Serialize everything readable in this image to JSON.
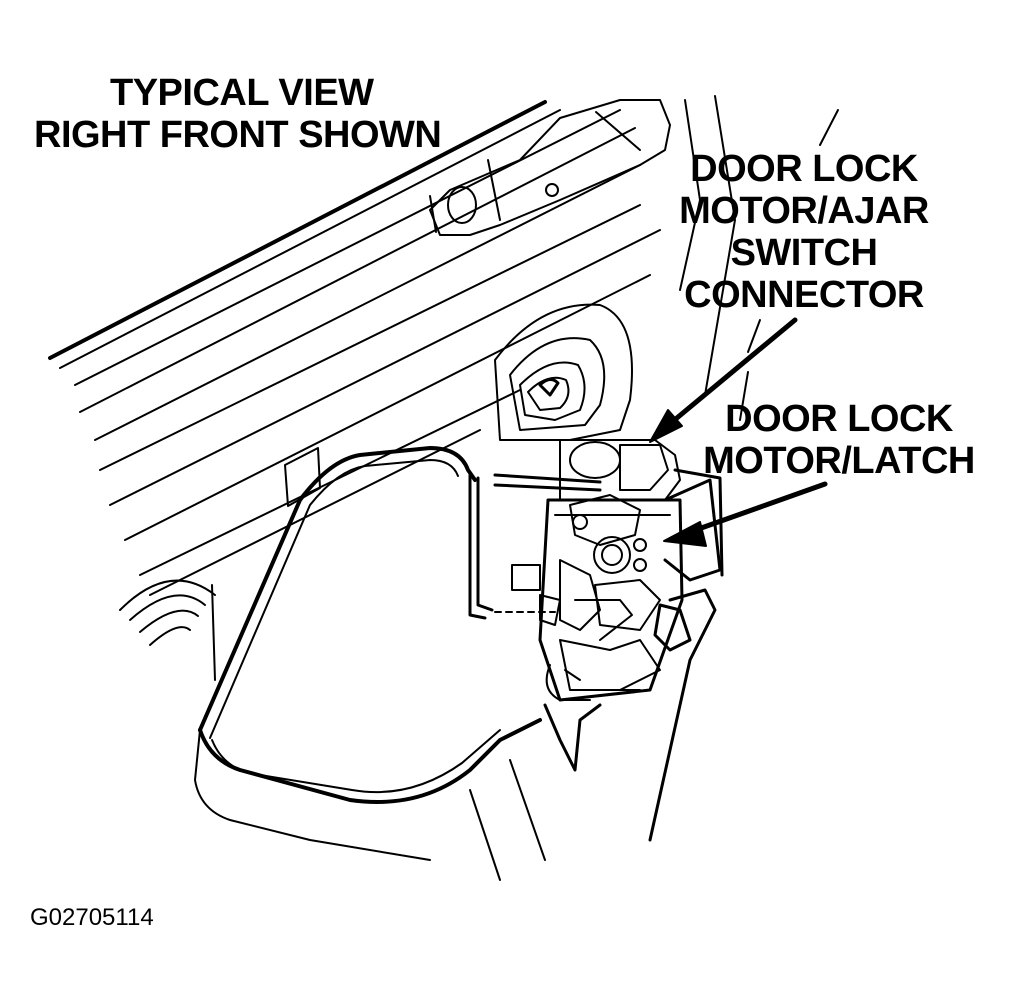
{
  "title": {
    "line1": "TYPICAL VIEW",
    "line2": "RIGHT FRONT SHOWN"
  },
  "callouts": {
    "connector": {
      "line1": "DOOR LOCK",
      "line2": "MOTOR/AJAR",
      "line3": "SWITCH",
      "line4": "CONNECTOR"
    },
    "latch": {
      "line1": "DOOR LOCK",
      "line2": "MOTOR/LATCH"
    }
  },
  "figure_id": "G02705114",
  "colors": {
    "ink": "#000000",
    "paper": "#ffffff"
  }
}
